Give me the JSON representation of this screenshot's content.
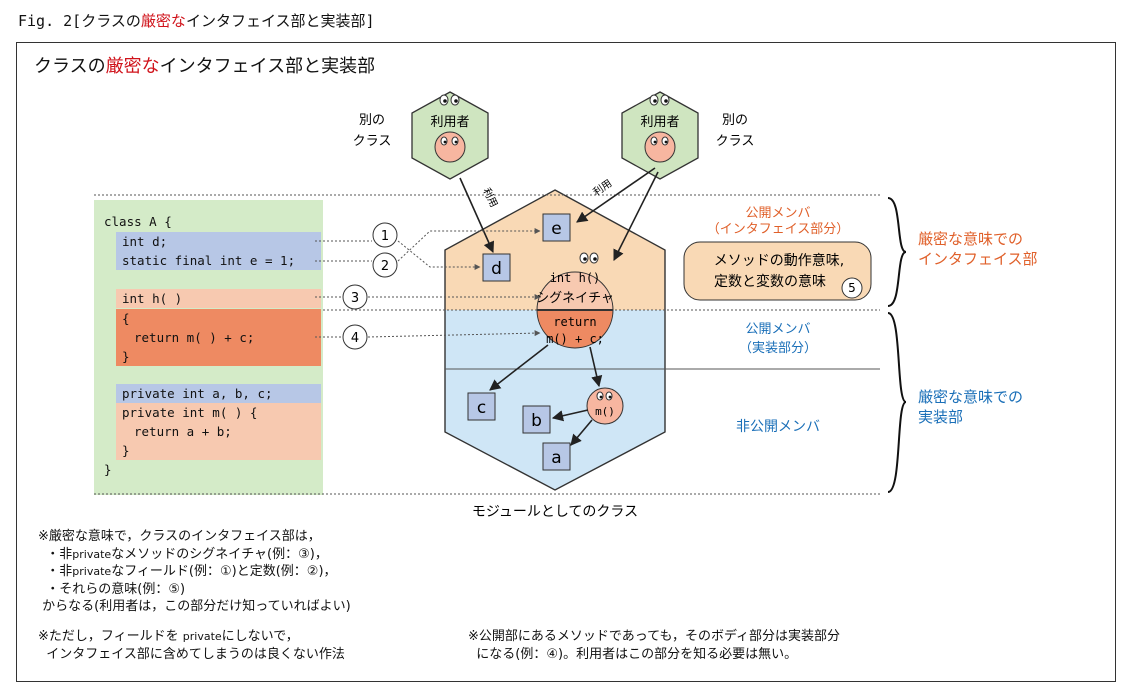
{
  "caption": {
    "prefix": "Fig. 2[",
    "title_a": "クラスの",
    "title_red": "厳密な",
    "title_b": "インタフェイス部と実装部",
    "suffix": "]"
  },
  "frame_title": {
    "a": "クラスの",
    "red": "厳密な",
    "b": "インタフェイス部と実装部"
  },
  "users": [
    {
      "label": "利用者",
      "side_label_1": "別の",
      "side_label_2": "クラス",
      "edge_label": "利用"
    },
    {
      "label": "利用者",
      "side_label_1": "別の",
      "side_label_2": "クラス",
      "edge_label": "利用"
    }
  ],
  "code": {
    "l1": "class A {",
    "l2": "int d;",
    "l3": "static final int e = 1;",
    "l4": "int h( )",
    "l5": "{",
    "l6": "return m( ) + c;",
    "l7": "}",
    "l8": "private int a, b, c;",
    "l9": "private int m( ) {",
    "l10": "return a + b;",
    "l11": "}",
    "l12": "}"
  },
  "markers": [
    "1",
    "2",
    "3",
    "4",
    "5"
  ],
  "module": {
    "boxes": [
      "e",
      "d",
      "c",
      "b",
      "a"
    ],
    "method_top_1": "int h()",
    "method_top_2": "シグネイチャ",
    "method_bottom_1": "return",
    "method_bottom_2": "m() + c;",
    "small_method": "m()",
    "caption": "モジュールとしてのクラス"
  },
  "zones": {
    "public_if_1": "公開メンバ",
    "public_if_2": "（インタフェイス部分）",
    "bubble_1": "メソッドの動作意味,",
    "bubble_2": "定数と変数の意味",
    "public_impl_1": "公開メンバ",
    "public_impl_2": "（実装部分）",
    "private": "非公開メンバ"
  },
  "brackets": {
    "interface_1": "厳密な意味での",
    "interface_2": "インタフェイス部",
    "impl_1": "厳密な意味での",
    "impl_2": "実装部"
  },
  "notes": {
    "n1": "※厳密な意味で，クラスのインタフェイス部は，",
    "n2a": "・非",
    "n2b": "private",
    "n2c": "なメソッドのシグネイチャ(例：③)，",
    "n3a": "・非",
    "n3b": "private",
    "n3c": "なフィールド(例：①)と定数(例：②)，",
    "n4": "・それらの意味(例：⑤)",
    "n5": "からなる(利用者は，この部分だけ知っていればよい)",
    "n6a": "※ただし，フィールドを ",
    "n6b": "private",
    "n6c": "にしないで，",
    "n7": "インタフェイス部に含めてしまうのは良くない作法",
    "n8": "※公開部にあるメソッドであっても，そのボディ部分は実装部分",
    "n9": "になる(例：④)。利用者はこの部分を知る必要は無い。"
  },
  "colors": {
    "accent_red": "#d0131b",
    "orange_text": "#e0602a",
    "blue_text": "#1a6fb8",
    "interface_fill": "#f9d9b5",
    "impl_fill": "#cfe6f6",
    "code_bg": "#d4ebc8",
    "row_blue": "#b7c7e6",
    "row_peach": "#f7c9b0",
    "row_orange": "#ee8a62",
    "user_fill": "#cfe5c0",
    "face_fill": "#f7b6a0"
  }
}
